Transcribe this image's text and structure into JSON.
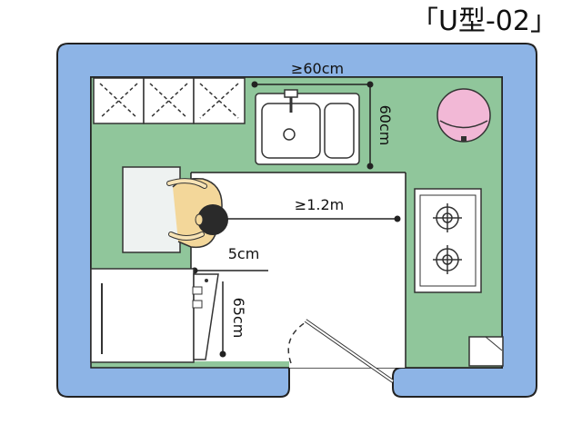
{
  "title": "「U型-02」",
  "labels": {
    "sink_clearance": "≥60cm",
    "sink_depth": "60cm",
    "aisle_width": "≥1.2m",
    "gap": "5cm",
    "dishwasher_door": "65cm"
  },
  "colors": {
    "wall": "#8db4e6",
    "floor_counter": "#90c69b",
    "interior": "#ffffff",
    "accent_pink": "#f2b8d6",
    "outline": "#222222"
  },
  "icons": [
    "sink-icon",
    "stove-icon",
    "dishwasher-icon",
    "person-icon",
    "trash-bin-icon",
    "door-icon",
    "cabinet-icon"
  ]
}
